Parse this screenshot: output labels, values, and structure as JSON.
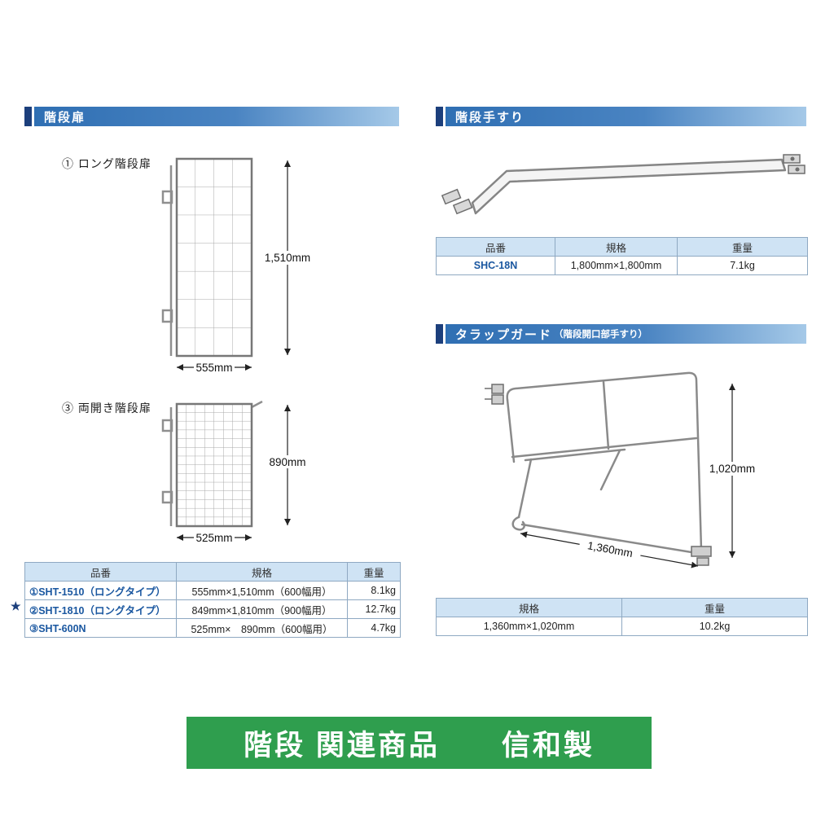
{
  "left": {
    "header": "階段扉",
    "item1": {
      "label": "① ロング階段扉",
      "dim_h": "1,510mm",
      "dim_w": "555mm"
    },
    "item3": {
      "label": "③ 両開き階段扉",
      "dim_h": "890mm",
      "dim_w": "525mm"
    },
    "table": {
      "col_part": "品番",
      "col_spec": "規格",
      "col_weight": "重量",
      "rows": [
        {
          "part": "①SHT-1510（ロングタイプ）",
          "spec": "555mm×1,510mm（600幅用）",
          "weight": "8.1kg"
        },
        {
          "part": "②SHT-1810（ロングタイプ）",
          "spec": "849mm×1,810mm（900幅用）",
          "weight": "12.7kg",
          "star": "★"
        },
        {
          "part": "③SHT-600N",
          "spec": "525mm×　890mm（600幅用）",
          "weight": "4.7kg"
        }
      ]
    }
  },
  "handrail": {
    "header": "階段手すり",
    "table": {
      "col_part": "品番",
      "col_spec": "規格",
      "col_weight": "重量",
      "part": "SHC-18N",
      "spec": "1,800mm×1,800mm",
      "weight": "7.1kg"
    }
  },
  "guard": {
    "header_main": "タラップガード",
    "header_sub": "（階段開口部手すり）",
    "dim_h": "1,020mm",
    "dim_w": "1,360mm",
    "table": {
      "col_spec": "規格",
      "col_weight": "重量",
      "spec": "1,360mm×1,020mm",
      "weight": "10.2kg"
    }
  },
  "footer": {
    "banner": "階段 関連商品　　信和製"
  },
  "colors": {
    "header_blue": "#2f6fb3",
    "accent_navy": "#1c3f7c",
    "table_header_bg": "#cfe3f4",
    "part_blue": "#1a57a0",
    "banner_green": "#2f9e4e"
  }
}
